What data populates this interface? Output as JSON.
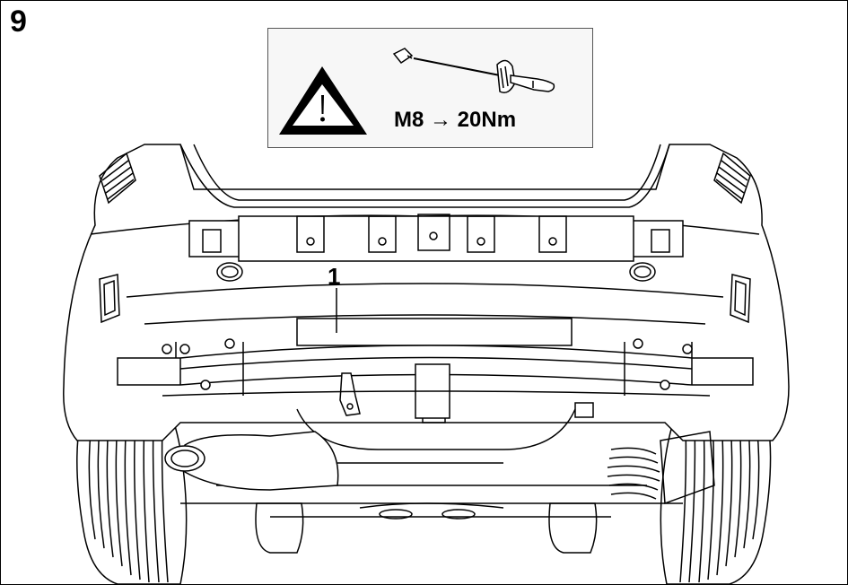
{
  "step": {
    "number": "9"
  },
  "torque_spec": {
    "text": "M8 → 20Nm",
    "warning_icon": "warning-triangle-icon",
    "tool_icon": "torque-wrench-icon"
  },
  "parts": [
    {
      "label": "1"
    }
  ],
  "colors": {
    "line": "#000000",
    "background": "#ffffff",
    "callout_bg": "#f7f7f7"
  }
}
